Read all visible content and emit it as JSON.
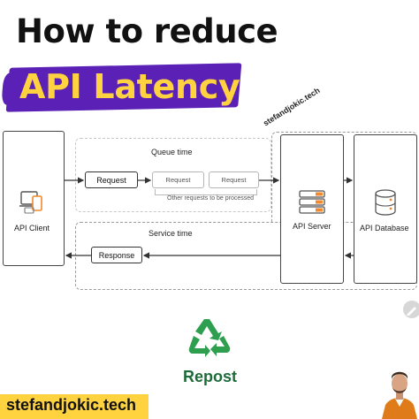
{
  "header": {
    "title": "How to reduce",
    "subtitle": "API Latency"
  },
  "watermark": "stefandjokic.tech",
  "diagram": {
    "api_client": "API Client",
    "api_server": "API Server",
    "api_database": "API Database",
    "queue_time": "Queue time",
    "service_time": "Service time",
    "request": "Request",
    "queued_request_1": "Request",
    "queued_request_2": "Request",
    "queue_note": "Other requests to be processed",
    "response": "Response"
  },
  "repost": {
    "label": "Repost",
    "color": "#2e9e4f"
  },
  "footer": {
    "handle": "stefandjokic.tech",
    "highlight_color": "#ffd23f"
  },
  "colors": {
    "brush": "#5b21b6",
    "accent_orange": "#f08a2c"
  }
}
